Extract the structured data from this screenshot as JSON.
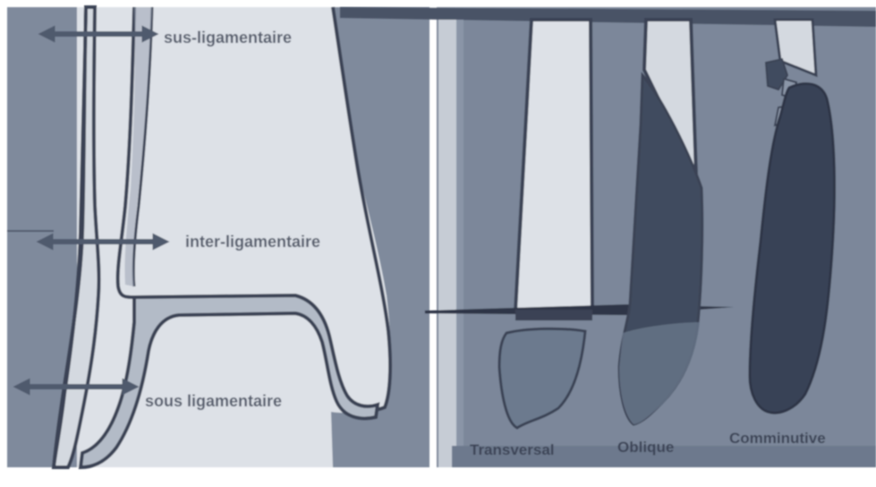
{
  "left_panel": {
    "labels": {
      "sus": "sus-ligamentaire",
      "inter": "inter-ligamentaire",
      "sous": "sous ligamentaire"
    }
  },
  "right_panel": {
    "labels": {
      "transverse": "Transversal",
      "oblique": "Oblique",
      "comminutive": "Comminutive"
    }
  },
  "colors": {
    "panel_bg": "#7e8a9e",
    "bone_light": "#d9dde3",
    "bone_mid": "#6c7a8e",
    "bone_dark": "#333c4e",
    "outline": "#3b4355",
    "arrow": "#505a6d"
  }
}
